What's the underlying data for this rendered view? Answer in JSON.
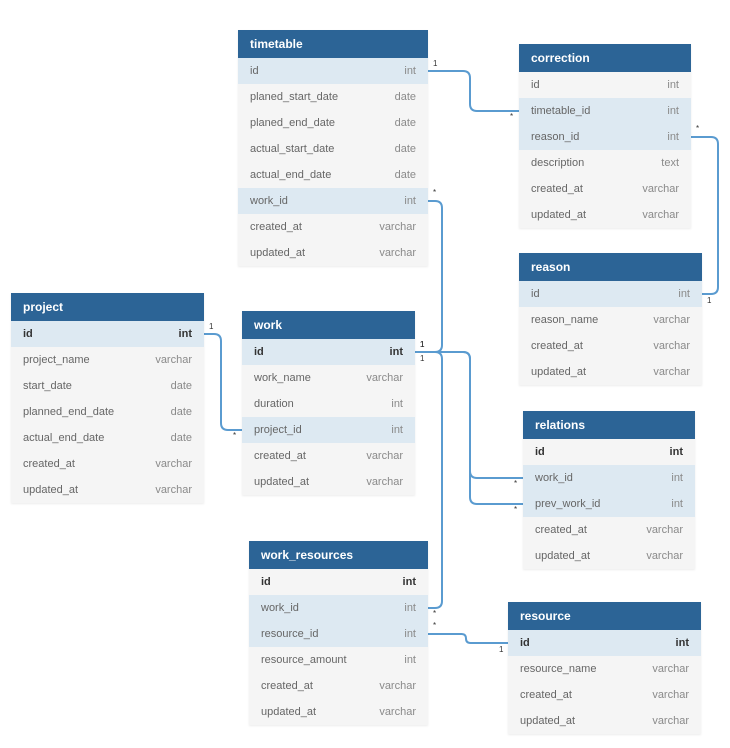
{
  "tables": [
    {
      "id": "timetable",
      "name": "timetable",
      "fields": [
        {
          "name": "id",
          "type": "int",
          "hl": true
        },
        {
          "name": "planed_start_date",
          "type": "date"
        },
        {
          "name": "planed_end_date",
          "type": "date"
        },
        {
          "name": "actual_start_date",
          "type": "date"
        },
        {
          "name": "actual_end_date",
          "type": "date"
        },
        {
          "name": "work_id",
          "type": "int",
          "hl": true
        },
        {
          "name": "created_at",
          "type": "varchar"
        },
        {
          "name": "updated_at",
          "type": "varchar"
        }
      ]
    },
    {
      "id": "correction",
      "name": "correction",
      "fields": [
        {
          "name": "id",
          "type": "int"
        },
        {
          "name": "timetable_id",
          "type": "int",
          "hl": true
        },
        {
          "name": "reason_id",
          "type": "int",
          "hl": true
        },
        {
          "name": "description",
          "type": "text"
        },
        {
          "name": "created_at",
          "type": "varchar"
        },
        {
          "name": "updated_at",
          "type": "varchar"
        }
      ]
    },
    {
      "id": "reason",
      "name": "reason",
      "fields": [
        {
          "name": "id",
          "type": "int",
          "hl": true
        },
        {
          "name": "reason_name",
          "type": "varchar"
        },
        {
          "name": "created_at",
          "type": "varchar"
        },
        {
          "name": "updated_at",
          "type": "varchar"
        }
      ]
    },
    {
      "id": "project",
      "name": "project",
      "fields": [
        {
          "name": "id",
          "type": "int",
          "hl": true,
          "pk": true
        },
        {
          "name": "project_name",
          "type": "varchar"
        },
        {
          "name": "start_date",
          "type": "date"
        },
        {
          "name": "planned_end_date",
          "type": "date"
        },
        {
          "name": "actual_end_date",
          "type": "date"
        },
        {
          "name": "created_at",
          "type": "varchar"
        },
        {
          "name": "updated_at",
          "type": "varchar"
        }
      ]
    },
    {
      "id": "work",
      "name": "work",
      "fields": [
        {
          "name": "id",
          "type": "int",
          "hl": true,
          "pk": true
        },
        {
          "name": "work_name",
          "type": "varchar"
        },
        {
          "name": "duration",
          "type": "int"
        },
        {
          "name": "project_id",
          "type": "int",
          "hl": true
        },
        {
          "name": "created_at",
          "type": "varchar"
        },
        {
          "name": "updated_at",
          "type": "varchar"
        }
      ]
    },
    {
      "id": "relations",
      "name": "relations",
      "fields": [
        {
          "name": "id",
          "type": "int",
          "pk": true
        },
        {
          "name": "work_id",
          "type": "int",
          "hl": true
        },
        {
          "name": "prev_work_id",
          "type": "int",
          "hl": true
        },
        {
          "name": "created_at",
          "type": "varchar"
        },
        {
          "name": "updated_at",
          "type": "varchar"
        }
      ]
    },
    {
      "id": "work_resources",
      "name": "work_resources",
      "fields": [
        {
          "name": "id",
          "type": "int",
          "pk": true
        },
        {
          "name": "work_id",
          "type": "int",
          "hl": true
        },
        {
          "name": "resource_id",
          "type": "int",
          "hl": true
        },
        {
          "name": "resource_amount",
          "type": "int"
        },
        {
          "name": "created_at",
          "type": "varchar"
        },
        {
          "name": "updated_at",
          "type": "varchar"
        }
      ]
    },
    {
      "id": "resource",
      "name": "resource",
      "fields": [
        {
          "name": "id",
          "type": "int",
          "hl": true,
          "pk": true
        },
        {
          "name": "resource_name",
          "type": "varchar"
        },
        {
          "name": "created_at",
          "type": "varchar"
        },
        {
          "name": "updated_at",
          "type": "varchar"
        }
      ]
    }
  ],
  "relationships": [
    {
      "from_table": "timetable",
      "from_field": "id",
      "from_card": "1",
      "to_table": "correction",
      "to_field": "timetable_id",
      "to_card": "*"
    },
    {
      "from_table": "correction",
      "from_field": "reason_id",
      "from_card": "*",
      "to_table": "reason",
      "to_field": "id",
      "to_card": "1"
    },
    {
      "from_table": "project",
      "from_field": "id",
      "from_card": "1",
      "to_table": "work",
      "to_field": "project_id",
      "to_card": "*"
    },
    {
      "from_table": "timetable",
      "from_field": "work_id",
      "from_card": "*",
      "to_table": "work",
      "to_field": "id",
      "to_card": "1"
    },
    {
      "from_table": "work",
      "from_field": "id",
      "from_card": "1",
      "to_table": "relations",
      "to_field": "work_id",
      "to_card": "*"
    },
    {
      "from_table": "work",
      "from_field": "id",
      "from_card": "1",
      "to_table": "relations",
      "to_field": "prev_work_id",
      "to_card": "*"
    },
    {
      "from_table": "work",
      "from_field": "id",
      "from_card": "1",
      "to_table": "work_resources",
      "to_field": "work_id",
      "to_card": "*"
    },
    {
      "from_table": "work_resources",
      "from_field": "resource_id",
      "from_card": "*",
      "to_table": "resource",
      "to_field": "id",
      "to_card": "1"
    }
  ],
  "colors": {
    "header": "#2c6496",
    "line": "#5a9bd0",
    "highlight": "#dde9f2",
    "body": "#f5f5f5"
  }
}
